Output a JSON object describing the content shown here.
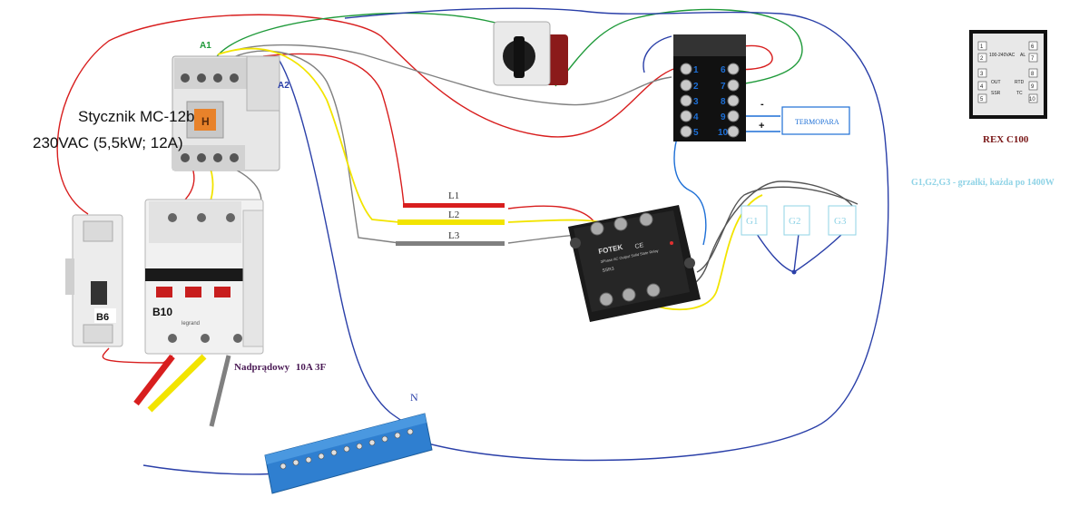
{
  "contactor": {
    "title": "Stycznik MC-12b",
    "rating": "230VAC (5,5kW; 12A)",
    "coil_a1": "A1",
    "coil_a2": "A2"
  },
  "breaker_single": {
    "label": "B6"
  },
  "breaker_triple": {
    "label": "B10",
    "brand": "legrand",
    "caption_main": "Nadprądowy",
    "caption_rating": "10A 3F"
  },
  "phases": {
    "l1": "L1",
    "l2": "L2",
    "l3": "L3"
  },
  "neutral": {
    "label": "N"
  },
  "ssr": {
    "brand": "FOTEK",
    "model": "SSR3",
    "ce": "CE",
    "subtitle": "3Phase AC Output Solid State Relay"
  },
  "controller": {
    "terminals_left": [
      "1",
      "2",
      "3",
      "4",
      "5"
    ],
    "terminals_right": [
      "6",
      "7",
      "8",
      "9",
      "10"
    ],
    "minus": "-",
    "plus": "+",
    "thermocouple": "TERMOPARA"
  },
  "rex_thumb": {
    "caption": "REX C100",
    "voltage": "100-240VAC",
    "al": "AL",
    "out": "OUT",
    "ssr": "SSR",
    "rtd": "RTD",
    "tc": "TC",
    "pin_numbers_left": [
      "1",
      "2",
      "3",
      "4",
      "5"
    ],
    "pin_numbers_right": [
      "6",
      "7",
      "8",
      "9",
      "10"
    ]
  },
  "heaters": {
    "labels": [
      "G1",
      "G2",
      "G3"
    ],
    "description": "G1,G2,G3 - grzałki, każda po 1400W"
  },
  "colors": {
    "l1": "#d81e1e",
    "l2": "#f2e400",
    "l3": "#808080",
    "neutral": "#2a3fa8",
    "control_green": "#1f9a3a",
    "signal_blue": "#1d6fd6",
    "heater_box": "#8fd3e6",
    "heater_text": "#8fd3e6",
    "rex_caption": "#7a1818",
    "breaker_caption": "#4a1a55"
  }
}
